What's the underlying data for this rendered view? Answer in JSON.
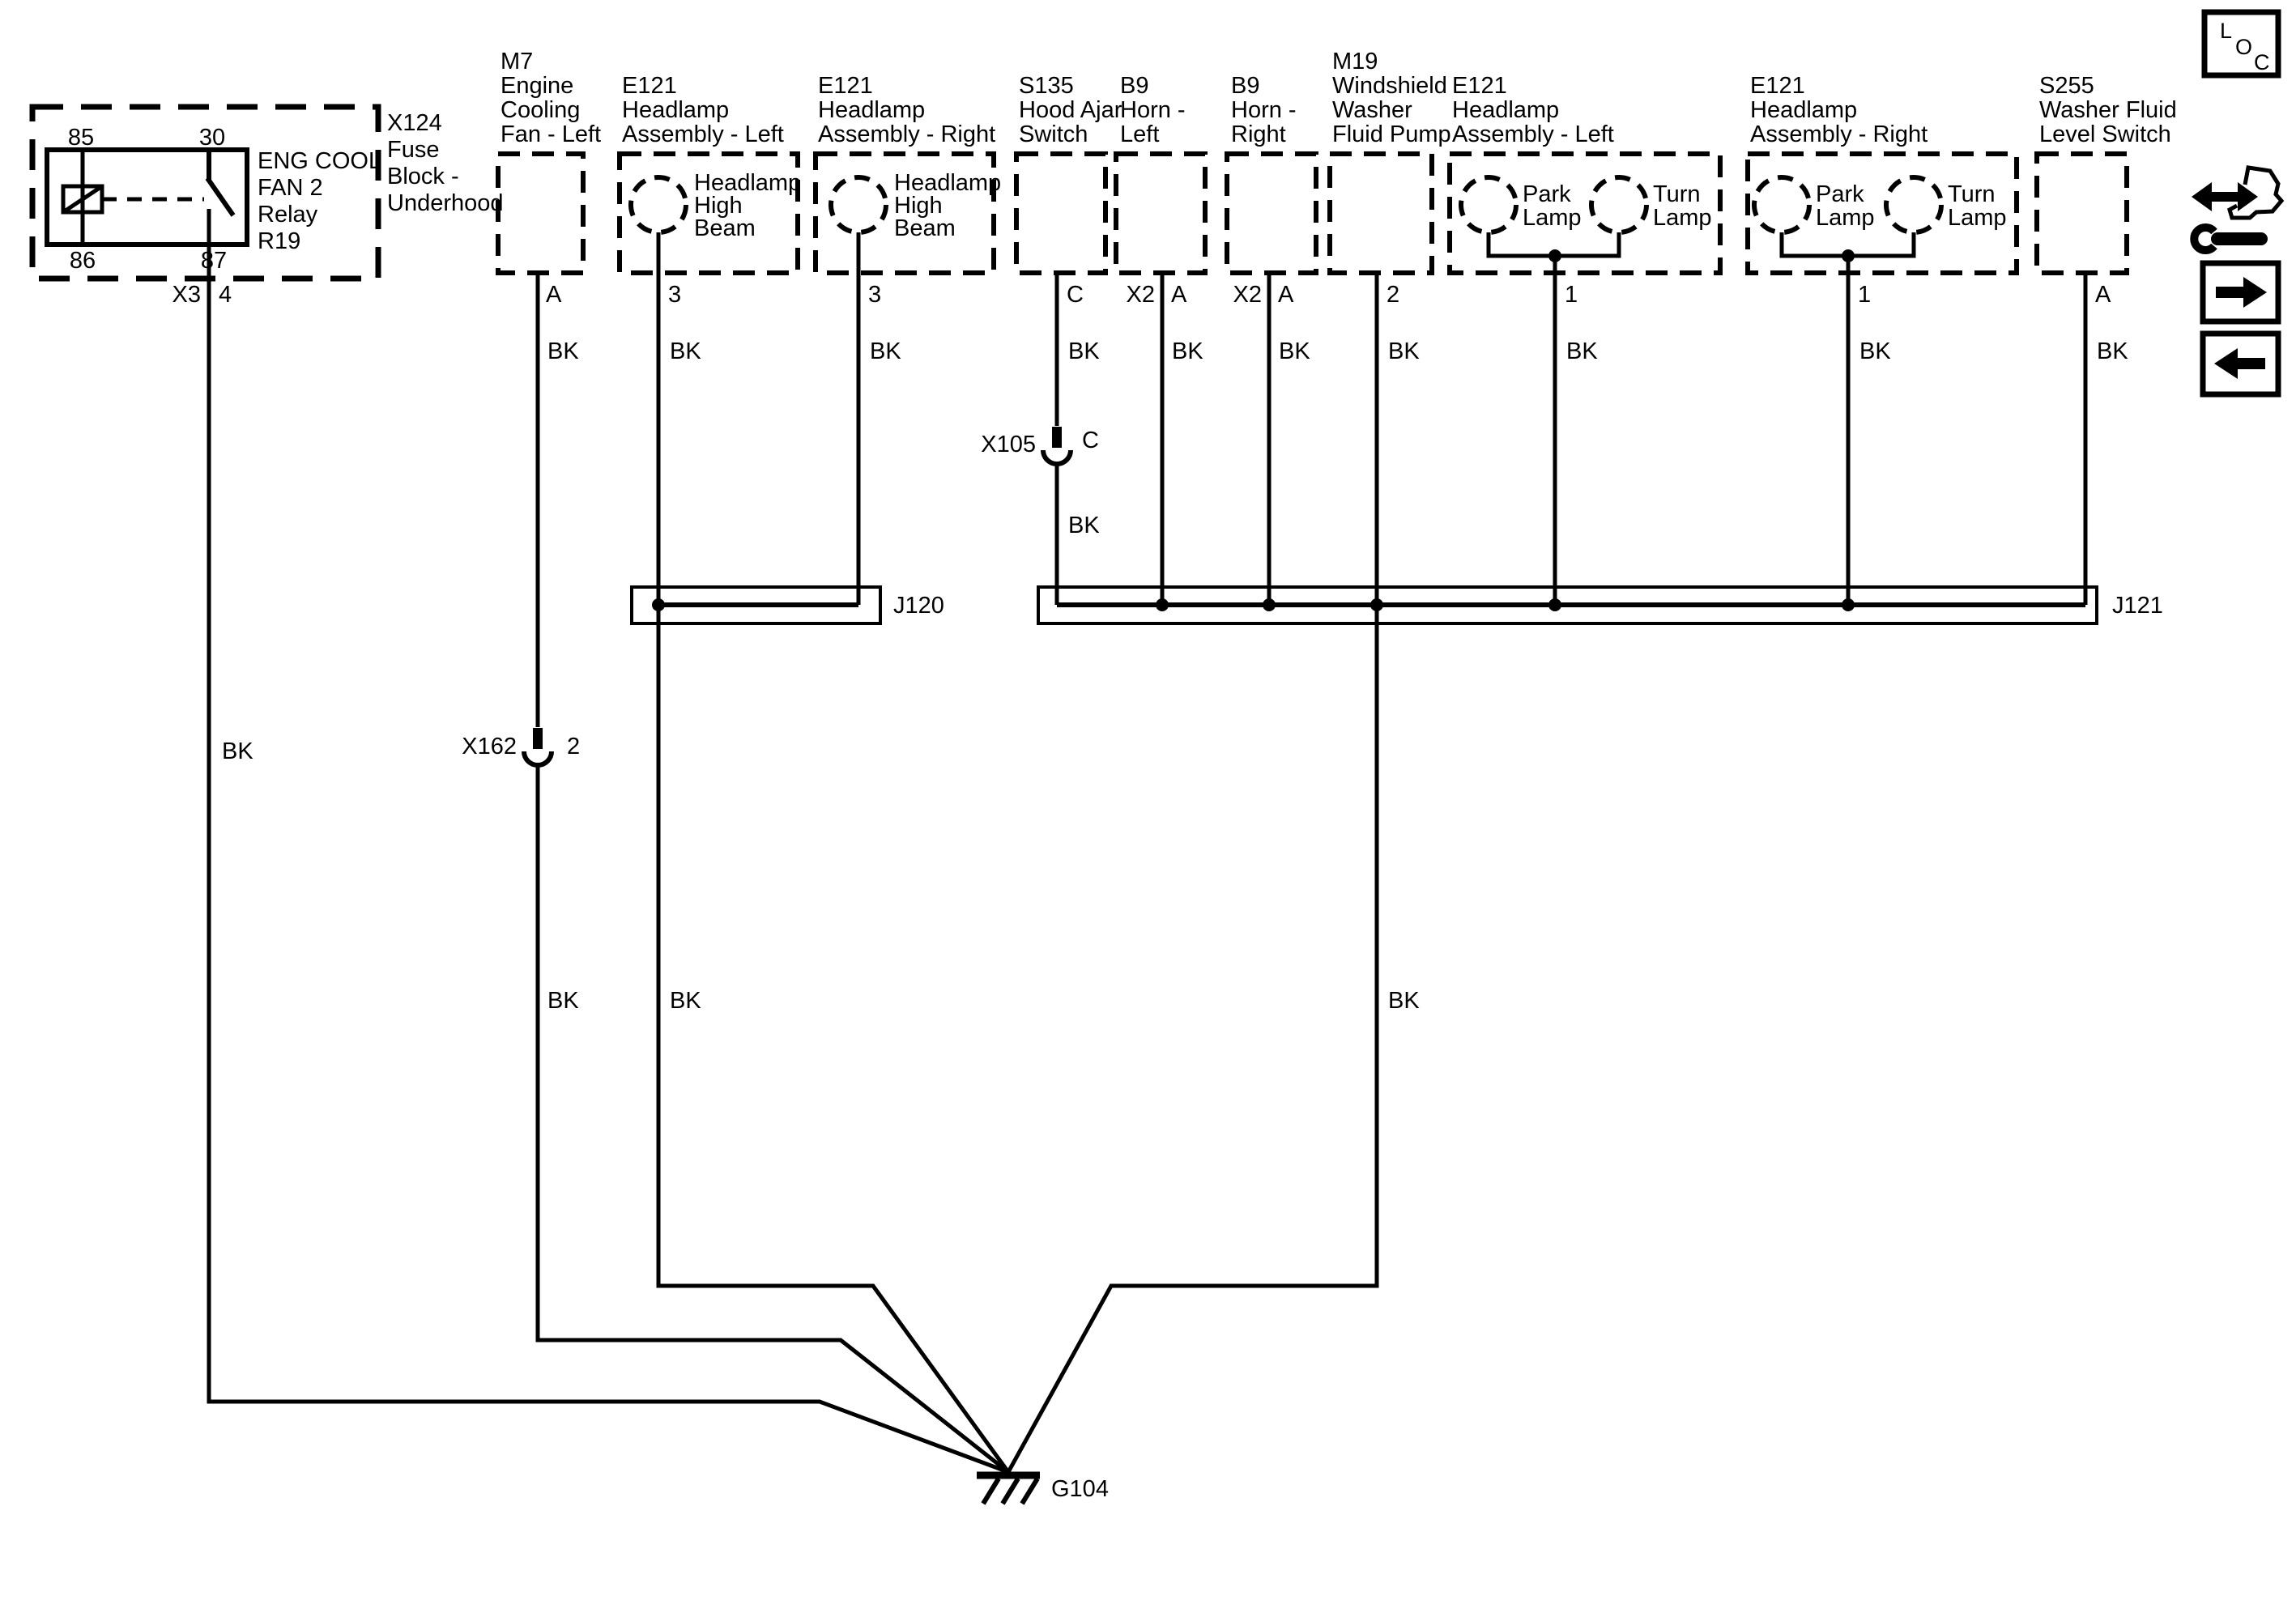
{
  "wire": {
    "color": "BK"
  },
  "ground": {
    "id": "G104"
  },
  "junctions": {
    "j120": "J120",
    "j121": "J121"
  },
  "splices": {
    "x105": {
      "id": "X105",
      "pin": "C"
    },
    "x162": {
      "id": "X162",
      "pin": "2"
    }
  },
  "relay": {
    "pins": {
      "p85": "85",
      "p30": "30",
      "p86": "86",
      "p87": "87"
    },
    "name": [
      "ENG COOL",
      "FAN 2",
      "Relay",
      "R19"
    ],
    "block": [
      "X124",
      "Fuse",
      "Block -",
      "Underhood"
    ],
    "connector": "X3",
    "pin_out": "4"
  },
  "components": [
    {
      "label": [
        "M7",
        "Engine",
        "Cooling",
        "Fan - Left"
      ],
      "pin": "A"
    },
    {
      "label": [
        "E121",
        "Headlamp",
        "Assembly - Left"
      ],
      "pin": "3",
      "part": [
        "Headlamp",
        "High",
        "Beam"
      ]
    },
    {
      "label": [
        "E121",
        "Headlamp",
        "Assembly - Right"
      ],
      "pin": "3",
      "part": [
        "Headlamp",
        "High",
        "Beam"
      ]
    },
    {
      "label": [
        "S135",
        "Hood Ajar",
        "Switch"
      ],
      "pin": "C"
    },
    {
      "label": [
        "B9",
        "Horn -",
        "Left"
      ],
      "conn": "X2",
      "pin": "A"
    },
    {
      "label": [
        "B9",
        "Horn -",
        "Right"
      ],
      "conn": "X2",
      "pin": "A"
    },
    {
      "label": [
        "M19",
        "Windshield",
        "Washer",
        "Fluid Pump"
      ],
      "pin": "2"
    },
    {
      "label": [
        "E121",
        "Headlamp",
        "Assembly - Left"
      ],
      "pin": "1",
      "lamps": [
        {
          "l": [
            "Park",
            "Lamp"
          ]
        },
        {
          "l": [
            "Turn",
            "Lamp"
          ]
        }
      ]
    },
    {
      "label": [
        "E121",
        "Headlamp",
        "Assembly - Right"
      ],
      "pin": "1",
      "lamps": [
        {
          "l": [
            "Park",
            "Lamp"
          ]
        },
        {
          "l": [
            "Turn",
            "Lamp"
          ]
        }
      ]
    },
    {
      "label": [
        "S255",
        "Washer Fluid",
        "Level Switch"
      ],
      "pin": "A"
    }
  ],
  "toolbar": {
    "loc": [
      "L",
      "O",
      "C"
    ]
  }
}
